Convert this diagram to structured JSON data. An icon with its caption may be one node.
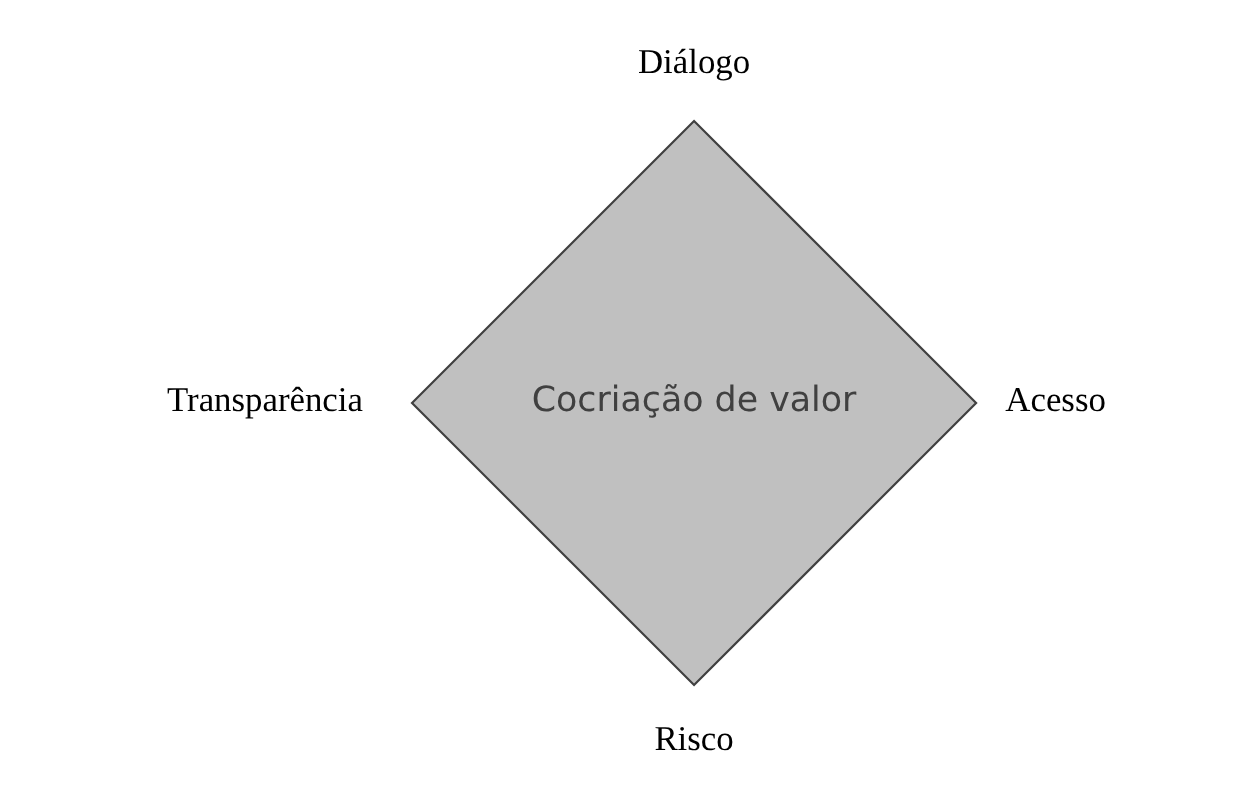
{
  "diagram": {
    "nodes": [
      {
        "text": [
          "Cocriação de valor"
        ]
      }
    ],
    "labels": [
      "Diálogo",
      "Transparência",
      "Acesso",
      "Risco"
    ]
  }
}
